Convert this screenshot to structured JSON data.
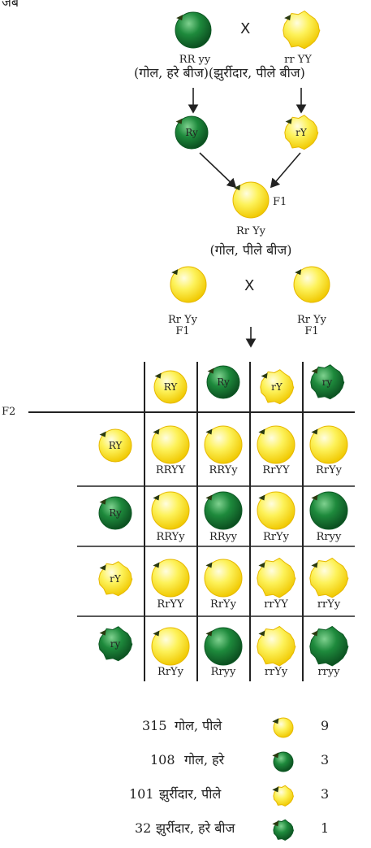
{
  "top_caption": "जब",
  "parents": {
    "left_genotype": "RR yy",
    "right_genotype": "rr YY",
    "cross": "X",
    "phenotype_line": "(गोल, हरे बीज)(झुर्रीदार, पीले बीज)"
  },
  "gametes": {
    "left": "Ry",
    "right": "rY"
  },
  "f1": {
    "tag": "F1",
    "genotype": "Rr Yy",
    "phenotype": "(गोल, पीले बीज)"
  },
  "selfing": {
    "cross": "X",
    "left_genotype": "Rr Yy",
    "left_tag": "F1",
    "right_genotype": "Rr Yy",
    "right_tag": "F1"
  },
  "punnett": {
    "f2_label": "F2",
    "columns": [
      "RY",
      "Ry",
      "rY",
      "ry"
    ],
    "rows": [
      "RY",
      "Ry",
      "rY",
      "ry"
    ],
    "cells": [
      [
        "RRYY",
        "RRYy",
        "RrYY",
        "RrYy"
      ],
      [
        "RRYy",
        "RRyy",
        "RrYy",
        "Rryy"
      ],
      [
        "RrYY",
        "RrYy",
        "rrYY",
        "rrYy"
      ],
      [
        "RrYy",
        "Rryy",
        "rrYy",
        "rryy"
      ]
    ]
  },
  "results": [
    {
      "count": "315",
      "label": "गोल, पीले",
      "ratio": "9"
    },
    {
      "count": "108",
      "label": "गोल, हरे",
      "ratio": "3"
    },
    {
      "count": "101",
      "label": "झुर्रीदार, पीले",
      "ratio": "3"
    },
    {
      "count": "32",
      "label": "झुर्रीदार, हरे बीज",
      "ratio": "1"
    }
  ],
  "colors": {
    "yellow_fill": "#fdf25a",
    "yellow_edge": "#e6b800",
    "green_fill": "#1e8a3c",
    "green_edge": "#0e5a25"
  }
}
